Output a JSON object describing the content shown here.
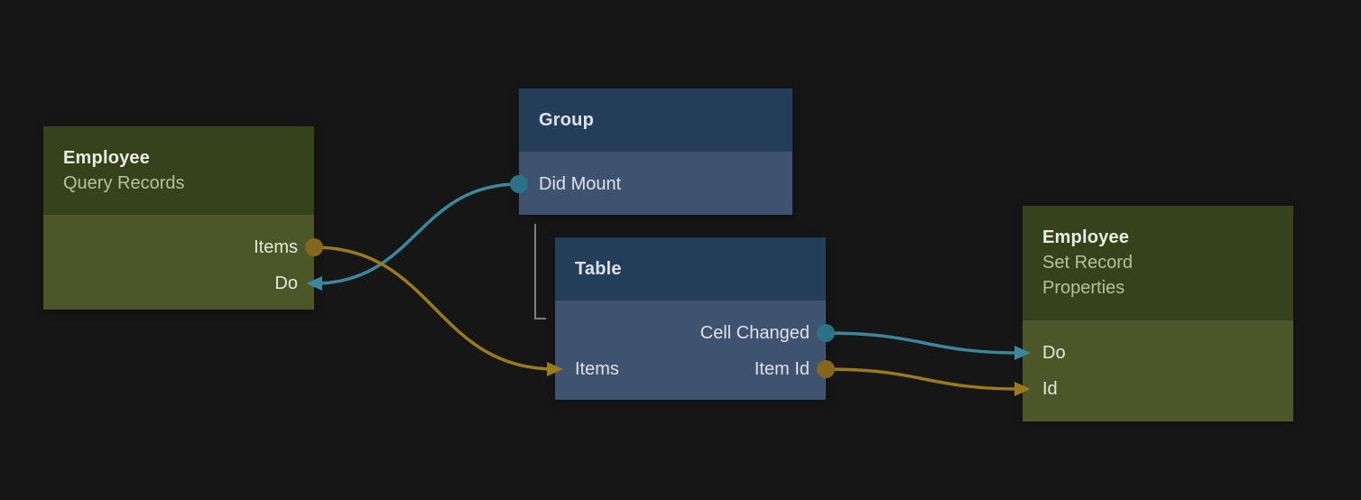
{
  "colors": {
    "background": "#161616",
    "signal_wire": "#3a879e",
    "signal_dot": "#2d7186",
    "data_wire": "#9a7a1d",
    "data_dot": "#84671c",
    "tree_line": "#7d7d7d",
    "green_node_header": "#36421b",
    "green_node_body": "#4c5628",
    "blue_node_header": "#243d59",
    "blue_node_body": "#3f5270"
  },
  "nodes": {
    "query": {
      "title": "Employee",
      "subtitle": "Query Records",
      "ports": {
        "items": "Items",
        "do": "Do"
      }
    },
    "group": {
      "title": "Group",
      "ports": {
        "did_mount": "Did Mount"
      }
    },
    "table": {
      "title": "Table",
      "ports": {
        "cell_changed": "Cell Changed",
        "items": "Items",
        "item_id": "Item Id"
      }
    },
    "set_record": {
      "title": "Employee",
      "subtitle": "Set Record Properties",
      "ports": {
        "do": "Do",
        "id": "Id"
      }
    }
  },
  "connections": [
    {
      "from": "group-didmount",
      "to": "query-do",
      "type": "signal"
    },
    {
      "from": "query-items",
      "to": "table-items",
      "type": "data"
    },
    {
      "from": "table-cellchanged",
      "to": "setrec-do",
      "type": "signal"
    },
    {
      "from": "table-itemid",
      "to": "setrec-id",
      "type": "data"
    }
  ]
}
